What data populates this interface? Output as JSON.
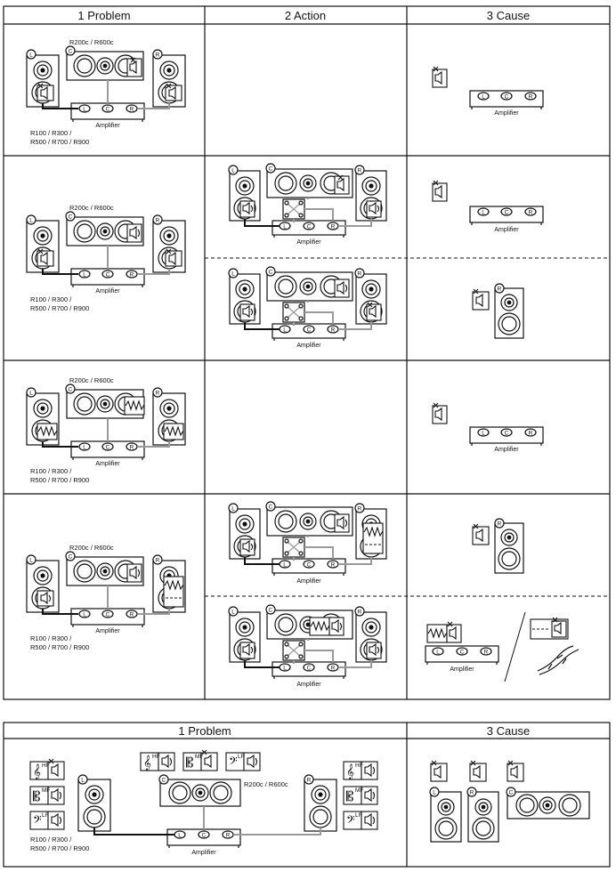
{
  "headers": {
    "problem": "1  Problem",
    "action": "2  Action",
    "cause": "3  Cause",
    "problem_bottom": "1  Problem",
    "cause_bottom": "3  Cause"
  },
  "labels": {
    "center_models": "R200c / R600c",
    "front_models_line1": "R100 / R300 /",
    "front_models_line2": "R500 / R700 / R900",
    "amplifier": "Amplifier",
    "left": "L",
    "center": "C",
    "right": "R",
    "hf": "HF",
    "mf": "MF",
    "lf": "LF"
  },
  "colors": {
    "line": "#111111",
    "grey_cable": "#9a9a9a",
    "background": "#ffffff"
  }
}
